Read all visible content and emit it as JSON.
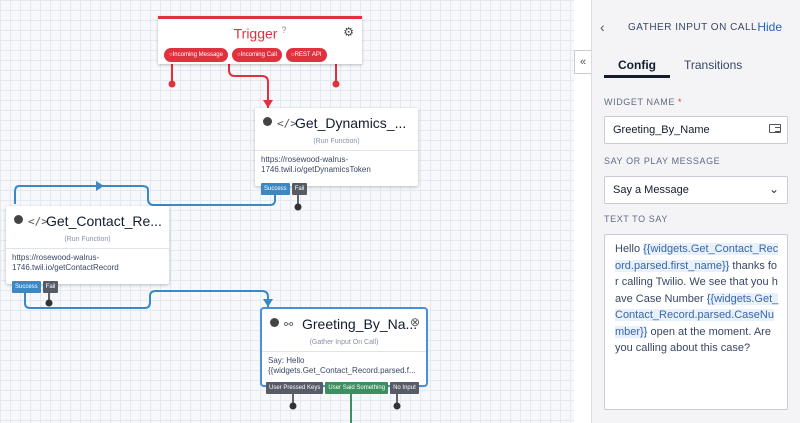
{
  "trigger": {
    "title": "Trigger",
    "help": "?",
    "pills": [
      "Incoming Message",
      "Incoming Call",
      "REST API"
    ]
  },
  "nodes": {
    "dynamics": {
      "title": "Get_Dynamics_...",
      "sub": "(Run Function)",
      "body": "https://rosewood-walrus-1746.twil.io/getDynamicsToken",
      "ports": [
        "Success",
        "Fail"
      ]
    },
    "contact": {
      "title": "Get_Contact_Re...",
      "sub": "(Run Function)",
      "body": "https://rosewood-walrus-1746.twil.io/getContactRecord",
      "ports": [
        "Success",
        "Fail"
      ]
    },
    "greeting": {
      "title": "Greeting_By_Na...",
      "sub": "(Gather Input On Call)",
      "body": "Say: Hello {{widgets.Get_Contact_Record.parsed.f...",
      "ports": [
        "User Pressed Keys",
        "User Said Something",
        "No Input"
      ]
    }
  },
  "panel": {
    "title": "GATHER INPUT ON CALL",
    "hide": "Hide",
    "tabs": [
      "Config",
      "Transitions"
    ],
    "widget_name_label": "WIDGET NAME",
    "widget_name_value": "Greeting_By_Name",
    "say_label": "SAY OR PLAY MESSAGE",
    "say_value": "Say a Message",
    "text_label": "TEXT TO SAY",
    "text": {
      "t1": "Hello ",
      "v1": "{{widgets.Get_Contact_Record.parsed.first_name}}",
      "t2": " thanks for calling Twilio. We see that you have Case Number ",
      "v2": "{{widgets.Get_Contact_Record.parsed.CaseNumber}}",
      "t3": " open at the moment. Are you calling about this case?"
    }
  },
  "colors": {
    "trigger": "#e0323e",
    "wire_blue": "#3b88c3",
    "wire_green": "#3d8f5f",
    "link": "#1f62c8"
  }
}
